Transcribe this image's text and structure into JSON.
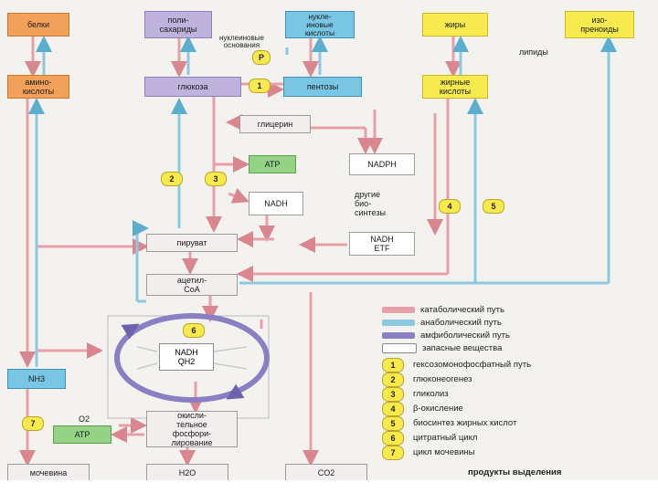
{
  "nodes": {
    "proteins": "белки",
    "polysaccharides": "поли-\nсахариды",
    "nucleic_acids": "нукле-\nиновые\nкислоты",
    "fats": "жиры",
    "isoprenoids": "изо-\nпреноиды",
    "nucleobases": "нуклеиновые\nоснования",
    "phosphate": "P",
    "lipids": "липиды",
    "amino_acids": "амино-\nкислоты",
    "glucose": "глюкоза",
    "pentoses": "пентозы",
    "fatty_acids": "жирные\nкислоты",
    "glycerol": "глицерин",
    "atp_top": "ATP",
    "nadph": "NADPH",
    "nadh_mid": "NADH",
    "other_biosyntheses": "другие\nбио-\nсинтезы",
    "pyruvate": "пируват",
    "nadh_etf": "NADH\nETF",
    "acetyl_coa": "ацетил-\nCoA",
    "cycle_nadh": "NADH",
    "cycle_qh2": "QH2",
    "nh3": "NH3",
    "o2": "O2",
    "atp_bottom": "ATP",
    "oxphos": "окисли-\nтельное\nфосфори-\nлирование",
    "urea": "мочевина",
    "water": "H2O",
    "co2": "CO2"
  },
  "numbers": [
    "1",
    "2",
    "3",
    "4",
    "5",
    "6",
    "7"
  ],
  "legend": {
    "catabolic": "катаболический путь",
    "anabolic": "анаболический путь",
    "amphibolic": "амфиболический путь",
    "storage": "запасные вещества",
    "items": [
      {
        "n": "1",
        "label": "гексозомонофосфатный путь"
      },
      {
        "n": "2",
        "label": "глюконеогенез"
      },
      {
        "n": "3",
        "label": "гликолиз"
      },
      {
        "n": "4",
        "label": "β-окисление"
      },
      {
        "n": "5",
        "label": "биосинтез жирных кислот"
      },
      {
        "n": "6",
        "label": "цитратный цикл"
      },
      {
        "n": "7",
        "label": "цикл мочевины"
      }
    ],
    "excretion": "продукты выделения"
  },
  "colors": {
    "catabolic": "#e8a0a8",
    "anabolic": "#8cc9e0",
    "amphibolic": "#8a7fc2",
    "orange": "#f2a15a",
    "violet": "#bfb3de",
    "blue": "#78c6e4",
    "yellow": "#f6ea4f",
    "green": "#94d386"
  }
}
